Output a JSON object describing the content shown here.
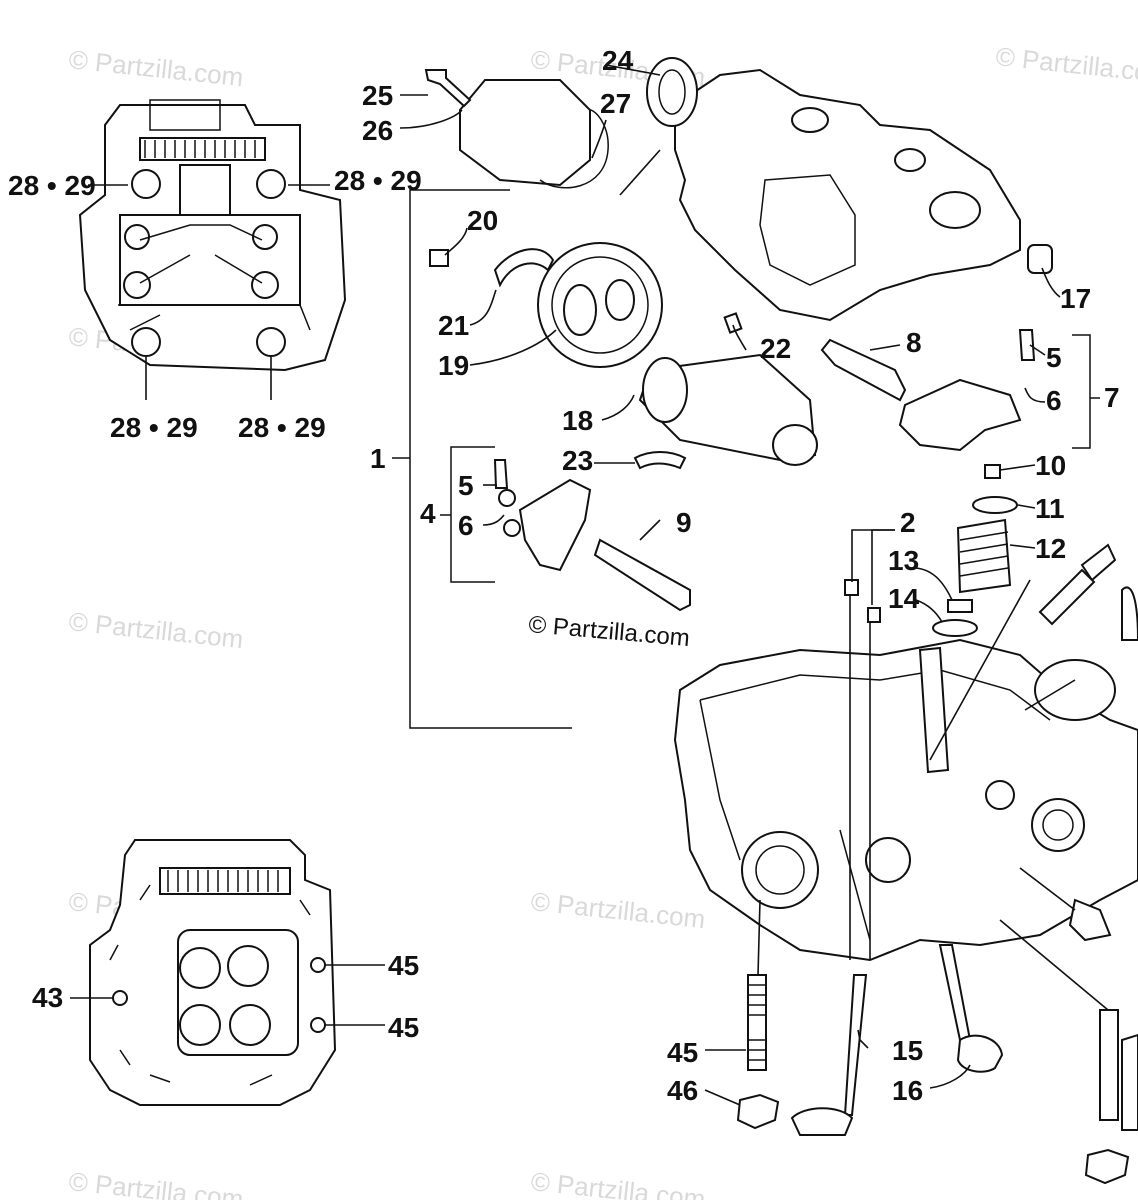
{
  "watermark": "© Partzilla.com",
  "credit": "© Partzilla.com",
  "labels": {
    "p1": "1",
    "p2": "2",
    "p4": "4",
    "p5a": "5",
    "p5b": "5",
    "p6a": "6",
    "p6b": "6",
    "p7": "7",
    "p8": "8",
    "p9": "9",
    "p10": "10",
    "p11": "11",
    "p12": "12",
    "p13": "13",
    "p14": "14",
    "p15": "15",
    "p16": "16",
    "p17": "17",
    "p18": "18",
    "p19": "19",
    "p20": "20",
    "p21": "21",
    "p22": "22",
    "p23": "23",
    "p24": "24",
    "p25": "25",
    "p26": "26",
    "p27": "27",
    "p2829a": "28 • 29",
    "p2829b": "28 • 29",
    "p2829c": "28 • 29",
    "p2829d": "28 • 29",
    "p43": "43",
    "p45a": "45",
    "p45b": "45",
    "p45c": "45",
    "p46": "46"
  }
}
